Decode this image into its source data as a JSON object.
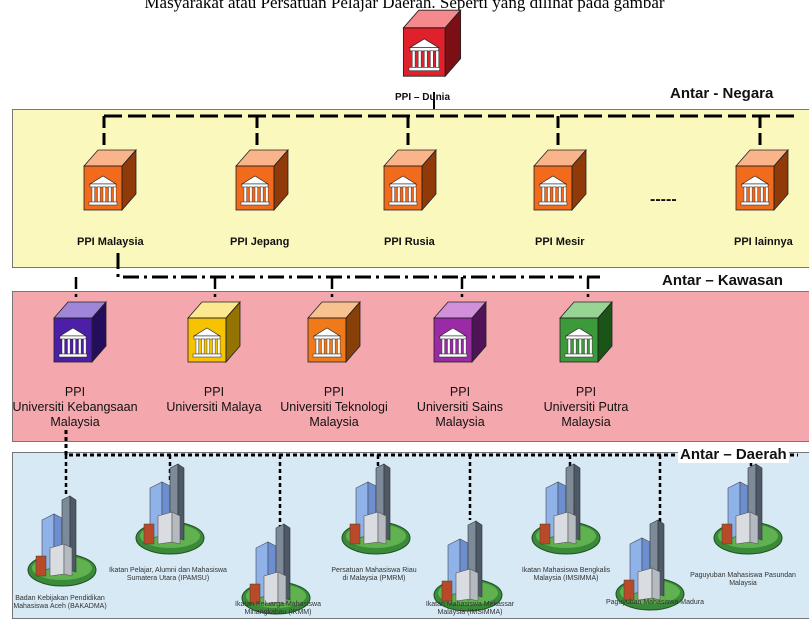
{
  "intro_text": "Masyarakat atau Persatuan Pelajar Daerah. Seperti yang dilihat pada gambar",
  "top_node": {
    "label": "PPI  – Dunia"
  },
  "levels": {
    "negara": "Antar - Negara",
    "kawasan": "Antar – Kawasan",
    "daerah": "Antar – Daerah"
  },
  "country_nodes": [
    {
      "label": "PPI Malaysia"
    },
    {
      "label": "PPI Jepang"
    },
    {
      "label": "PPI Rusia"
    },
    {
      "label": "PPI Mesir"
    },
    {
      "label": "PPI lainnya"
    }
  ],
  "ellipsis": "-----",
  "university_nodes": [
    {
      "lines": [
        "PPI",
        "Universiti Kebangsaan",
        "Malaysia"
      ],
      "color": "#4b1fa8"
    },
    {
      "lines": [
        "PPI",
        "Universiti Malaya",
        ""
      ],
      "color": "#f5c300"
    },
    {
      "lines": [
        "PPI",
        "Universiti Teknologi",
        "Malaysia"
      ],
      "color": "#f07a1a"
    },
    {
      "lines": [
        "PPI",
        "Universiti Sains",
        "Malaysia"
      ],
      "color": "#9a2aa6"
    },
    {
      "lines": [
        "PPI",
        "Universiti Putra",
        "Malaysia"
      ],
      "color": "#3c9a3a"
    }
  ],
  "regional_nodes": [
    {
      "lines": [
        "Badan Kebijakan Pendidikan",
        "Mahasiswa Aceh (BAKADMA)"
      ]
    },
    {
      "lines": [
        "Ikatan Pelajar, Alumni dan Mahasiswa",
        "Sumatera Utara (IPAMSU)"
      ]
    },
    {
      "lines": [
        "Ikatan Keluarga Mahasiswa",
        "Minangkabau (IKMM)"
      ]
    },
    {
      "lines": [
        "Persatuan Mahasiswa Riau",
        "di Malaysia (PMRM)"
      ]
    },
    {
      "lines": [
        "Ikatan Mahasiswa Mekassar",
        "Malaysia (IMSIMMA)"
      ]
    },
    {
      "lines": [
        "Ikatan Mahasiswa Bengkalis",
        "Malaysia (IMSIMMA)"
      ]
    },
    {
      "lines": [
        "Paguyuban Mahasiswa Madura",
        ""
      ]
    },
    {
      "lines": [
        "Paguyuban Mahasiswa Pasundan",
        "Malaysia"
      ]
    }
  ],
  "colors": {
    "top_building": "#e0202a",
    "country_building": "#f26a1b",
    "band_negara": "#fbf8bd",
    "band_kawasan": "#f5a7ae",
    "band_daerah": "#d6e9f4"
  }
}
